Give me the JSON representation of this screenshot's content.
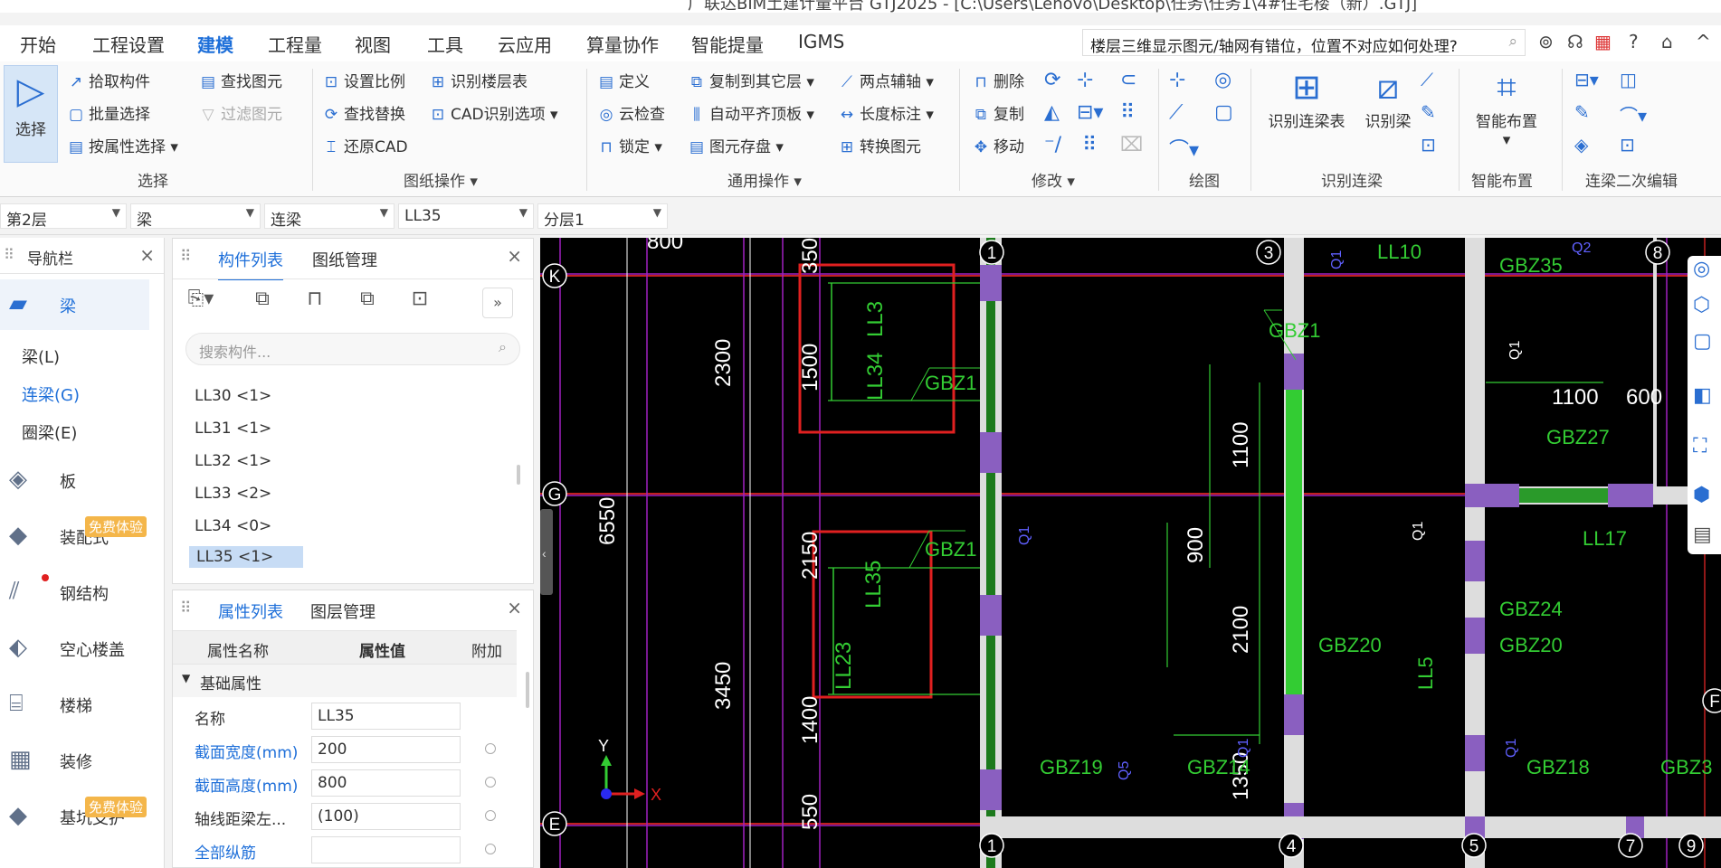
{
  "title": "广联达BIM土建计量平台 GTJ2025 - [C:\\Users\\Lenovo\\Desktop\\任务\\任务1\\4#住宅楼（新）.GTJ]",
  "menu": [
    "开始",
    "工程设置",
    "建模",
    "工程量",
    "视图",
    "工具",
    "云应用",
    "算量协作",
    "智能提量",
    "IGMS"
  ],
  "menu_active": "建模",
  "question": "楼层三维显示图元/轴网有错位，位置不对应如何处理?",
  "ribbon": {
    "select": {
      "label": "选择",
      "items": [
        "拾取构件",
        "批量选择",
        "按属性选择",
        "查找图元",
        "过滤图元"
      ],
      "group": "选择"
    },
    "drawing": {
      "items": [
        "设置比例",
        "查找替换",
        "还原CAD",
        "识别楼层表",
        "CAD识别选项"
      ],
      "group": "图纸操作"
    },
    "general": {
      "items": [
        "定义",
        "云检查",
        "锁定",
        "复制到其它层",
        "自动平齐顶板",
        "图元存盘",
        "两点辅轴",
        "长度标注",
        "转换图元"
      ],
      "group": "通用操作"
    },
    "modify": {
      "items": [
        "删除",
        "复制",
        "移动"
      ],
      "group": "修改"
    },
    "draw": {
      "group": "绘图"
    },
    "recog": {
      "items": [
        "识别连梁表",
        "识别梁"
      ],
      "group": "识别连梁"
    },
    "smart": {
      "items": [
        "智能布置"
      ],
      "group": "智能布置"
    },
    "edit2": {
      "group": "连梁二次编辑"
    }
  },
  "filters": [
    "第2层",
    "梁",
    "连梁",
    "LL35",
    "分层1"
  ],
  "nav": {
    "title": "导航栏",
    "categories": [
      {
        "name": "梁",
        "icon": "beam-icon"
      },
      {
        "name": "板",
        "icon": "slab-icon"
      },
      {
        "name": "装配式",
        "icon": "prefab-icon",
        "badge": "免费体验"
      },
      {
        "name": "钢结构",
        "icon": "steel-icon"
      },
      {
        "name": "空心楼盖",
        "icon": "hollow-floor-icon"
      },
      {
        "name": "楼梯",
        "icon": "stair-icon"
      },
      {
        "name": "装修",
        "icon": "decor-icon"
      },
      {
        "name": "基坑支护",
        "icon": "pit-icon",
        "badge": "免费体验"
      }
    ],
    "sub": [
      "梁(L)",
      "连梁(G)",
      "圈梁(E)"
    ]
  },
  "complist": {
    "tabs": [
      "构件列表",
      "图纸管理"
    ],
    "search_placeholder": "搜索构件...",
    "items": [
      "LL30 <1>",
      "LL31 <1>",
      "LL32 <1>",
      "LL33 <2>",
      "LL34 <0>",
      "LL35 <1>"
    ],
    "selected": "LL35 <1>"
  },
  "props": {
    "tabs": [
      "属性列表",
      "图层管理"
    ],
    "headers": [
      "属性名称",
      "属性值",
      "附加"
    ],
    "section": "基础属性",
    "rows": [
      {
        "name": "名称",
        "value": "LL35"
      },
      {
        "name": "截面宽度(mm)",
        "value": "200"
      },
      {
        "name": "截面高度(mm)",
        "value": "800"
      },
      {
        "name": "轴线距梁左...",
        "value": "(100)"
      },
      {
        "name": "全部纵筋",
        "value": ""
      }
    ]
  },
  "cad": {
    "axis_bubbles": [
      "K",
      "G",
      "E",
      "1",
      "3",
      "4",
      "5",
      "7",
      "8",
      "9",
      "F"
    ],
    "dims": [
      "800",
      "2300",
      "6550",
      "3450",
      "350",
      "1500",
      "2150",
      "1400",
      "550",
      "1100",
      "900",
      "2100",
      "1350",
      "1100",
      "600"
    ],
    "labels": [
      "LL3",
      "LL34",
      "LL23",
      "LL35",
      "GBZ1",
      "GBZ1",
      "GBZ19",
      "GBZ14",
      "GBZ20",
      "GBZ35",
      "GBZ27",
      "GBZ24",
      "GBZ20",
      "GBZ18",
      "GBZ3",
      "LL10",
      "LL5",
      "LL17",
      "Q1",
      "Q1",
      "Q1",
      "Q1",
      "Q5",
      "Q1",
      "Q1",
      "Q2"
    ]
  },
  "colors": {
    "accent": "#1e6fd9",
    "canvas": "#000000",
    "highlight": "#e02020",
    "wall_green": "#33cc33"
  }
}
